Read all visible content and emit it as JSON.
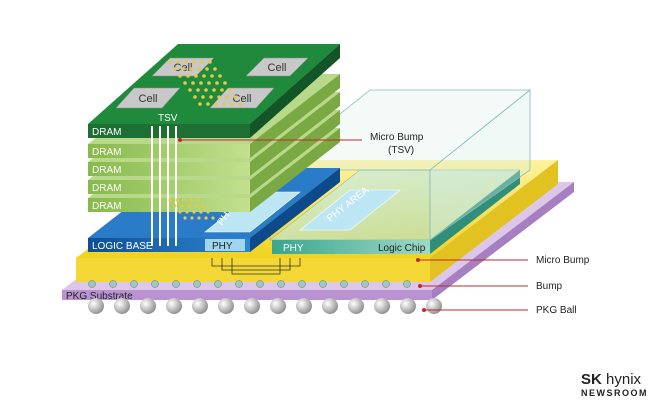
{
  "diagram": {
    "labels": {
      "cell": "Cell",
      "tsv": "TSV",
      "dram": "DRAM",
      "logic_base": "LOGIC BASE",
      "phy": "PHY",
      "phy_area": "PHY AREA",
      "logic_chip": "Logic Chip",
      "pkg_substrate": "PKG Substrate"
    },
    "annotations": {
      "micro_bump_tsv_line1": "Micro Bump",
      "micro_bump_tsv_line2": "(TSV)",
      "micro_bump": "Micro Bump",
      "bump": "Bump",
      "pkg_ball": "PKG Ball"
    },
    "colors": {
      "dram_top": "#1f8a3c",
      "dram_layer": "#a7cf6a",
      "logic_base": "#1568b8",
      "interposer": "#f5e04a",
      "substrate": "#c7a8da",
      "logic_chip": "#4fb7a2",
      "annotation_line": "#c0282d"
    }
  },
  "brand": {
    "logo_bold": "SK",
    "logo_rest": "hynix",
    "sub": "NEWSROOM"
  }
}
